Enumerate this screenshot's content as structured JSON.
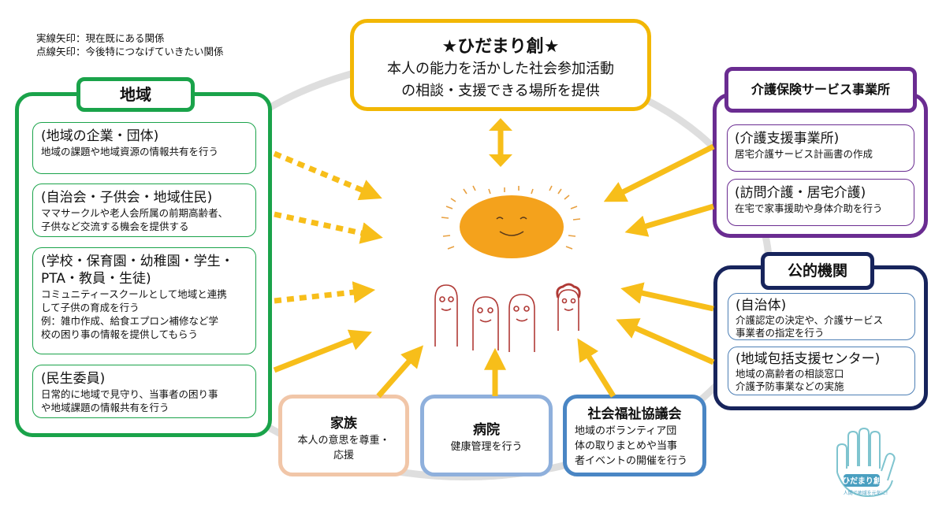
{
  "legend": {
    "solid": "実線矢印：現在既にある関係",
    "dotted": "点線矢印：今後特につなげていきたい関係"
  },
  "center": {
    "title": "★ひだまり創★",
    "line1": "本人の能力を活かした社会参加活動",
    "line2": "の相談・支援できる場所を提供"
  },
  "region": {
    "title": "地域",
    "items": [
      {
        "heading": "(地域の企業・団体)",
        "lines": [
          "地域の課題や地域資源の情報共有を行う"
        ]
      },
      {
        "heading": "(自治会・子供会・地域住民)",
        "lines": [
          "ママサークルや老人会所属の前期高齢者、",
          "子供など交流する機会を提供する"
        ]
      },
      {
        "heading": "(学校・保育園・幼稚園・学生・",
        "heading2": "PTA・教員・生徒)",
        "lines": [
          "コミュニティースクールとして地域と連携",
          "して子供の育成を行う",
          "例：雑巾作成、給食エプロン補修など学",
          "校の困り事の情報を提供してもらう"
        ]
      },
      {
        "heading": "(民生委員)",
        "lines": [
          "日常的に地域で見守り、当事者の困り事",
          "や地域課題の情報共有を行う"
        ]
      }
    ]
  },
  "kaigo": {
    "title": "介護保険サービス事業所",
    "items": [
      {
        "heading": "(介護支援事業所)",
        "lines": [
          "居宅介護サービス計画書の作成"
        ]
      },
      {
        "heading": "(訪問介護・居宅介護)",
        "lines": [
          "在宅で家事援助や身体介助を行う"
        ]
      }
    ]
  },
  "public": {
    "title": "公的機関",
    "items": [
      {
        "heading": "(自治体)",
        "lines": [
          "介護認定の決定や、介護サービス",
          "事業者の指定を行う"
        ]
      },
      {
        "heading": "(地域包括支援センター)",
        "lines": [
          "地域の高齢者の相談窓口",
          "介護予防事業などの実施"
        ]
      }
    ]
  },
  "family": {
    "title": "家族",
    "lines": [
      "本人の意思を尊重・",
      "応援"
    ]
  },
  "hospital": {
    "title": "病院",
    "lines": [
      "健康管理を行う"
    ]
  },
  "shakyo": {
    "title": "社会福祉協議会",
    "lines": [
      "地域のボランティア団",
      "体の取りまとめや当事",
      "者イベントの開催を行う"
    ]
  },
  "logo": {
    "text": "ひだまり創",
    "tagline": "人間で地域を元気に!"
  },
  "colors": {
    "arrow": "#f7be1a",
    "sun": "#f4a21c",
    "region": "#1aa34a",
    "kaigo": "#6a2c91",
    "public": "#17245c",
    "family": "#f1c6a8",
    "hospital": "#8fb0dc",
    "shakyo": "#4a86c4",
    "faces": "#b03a36"
  }
}
